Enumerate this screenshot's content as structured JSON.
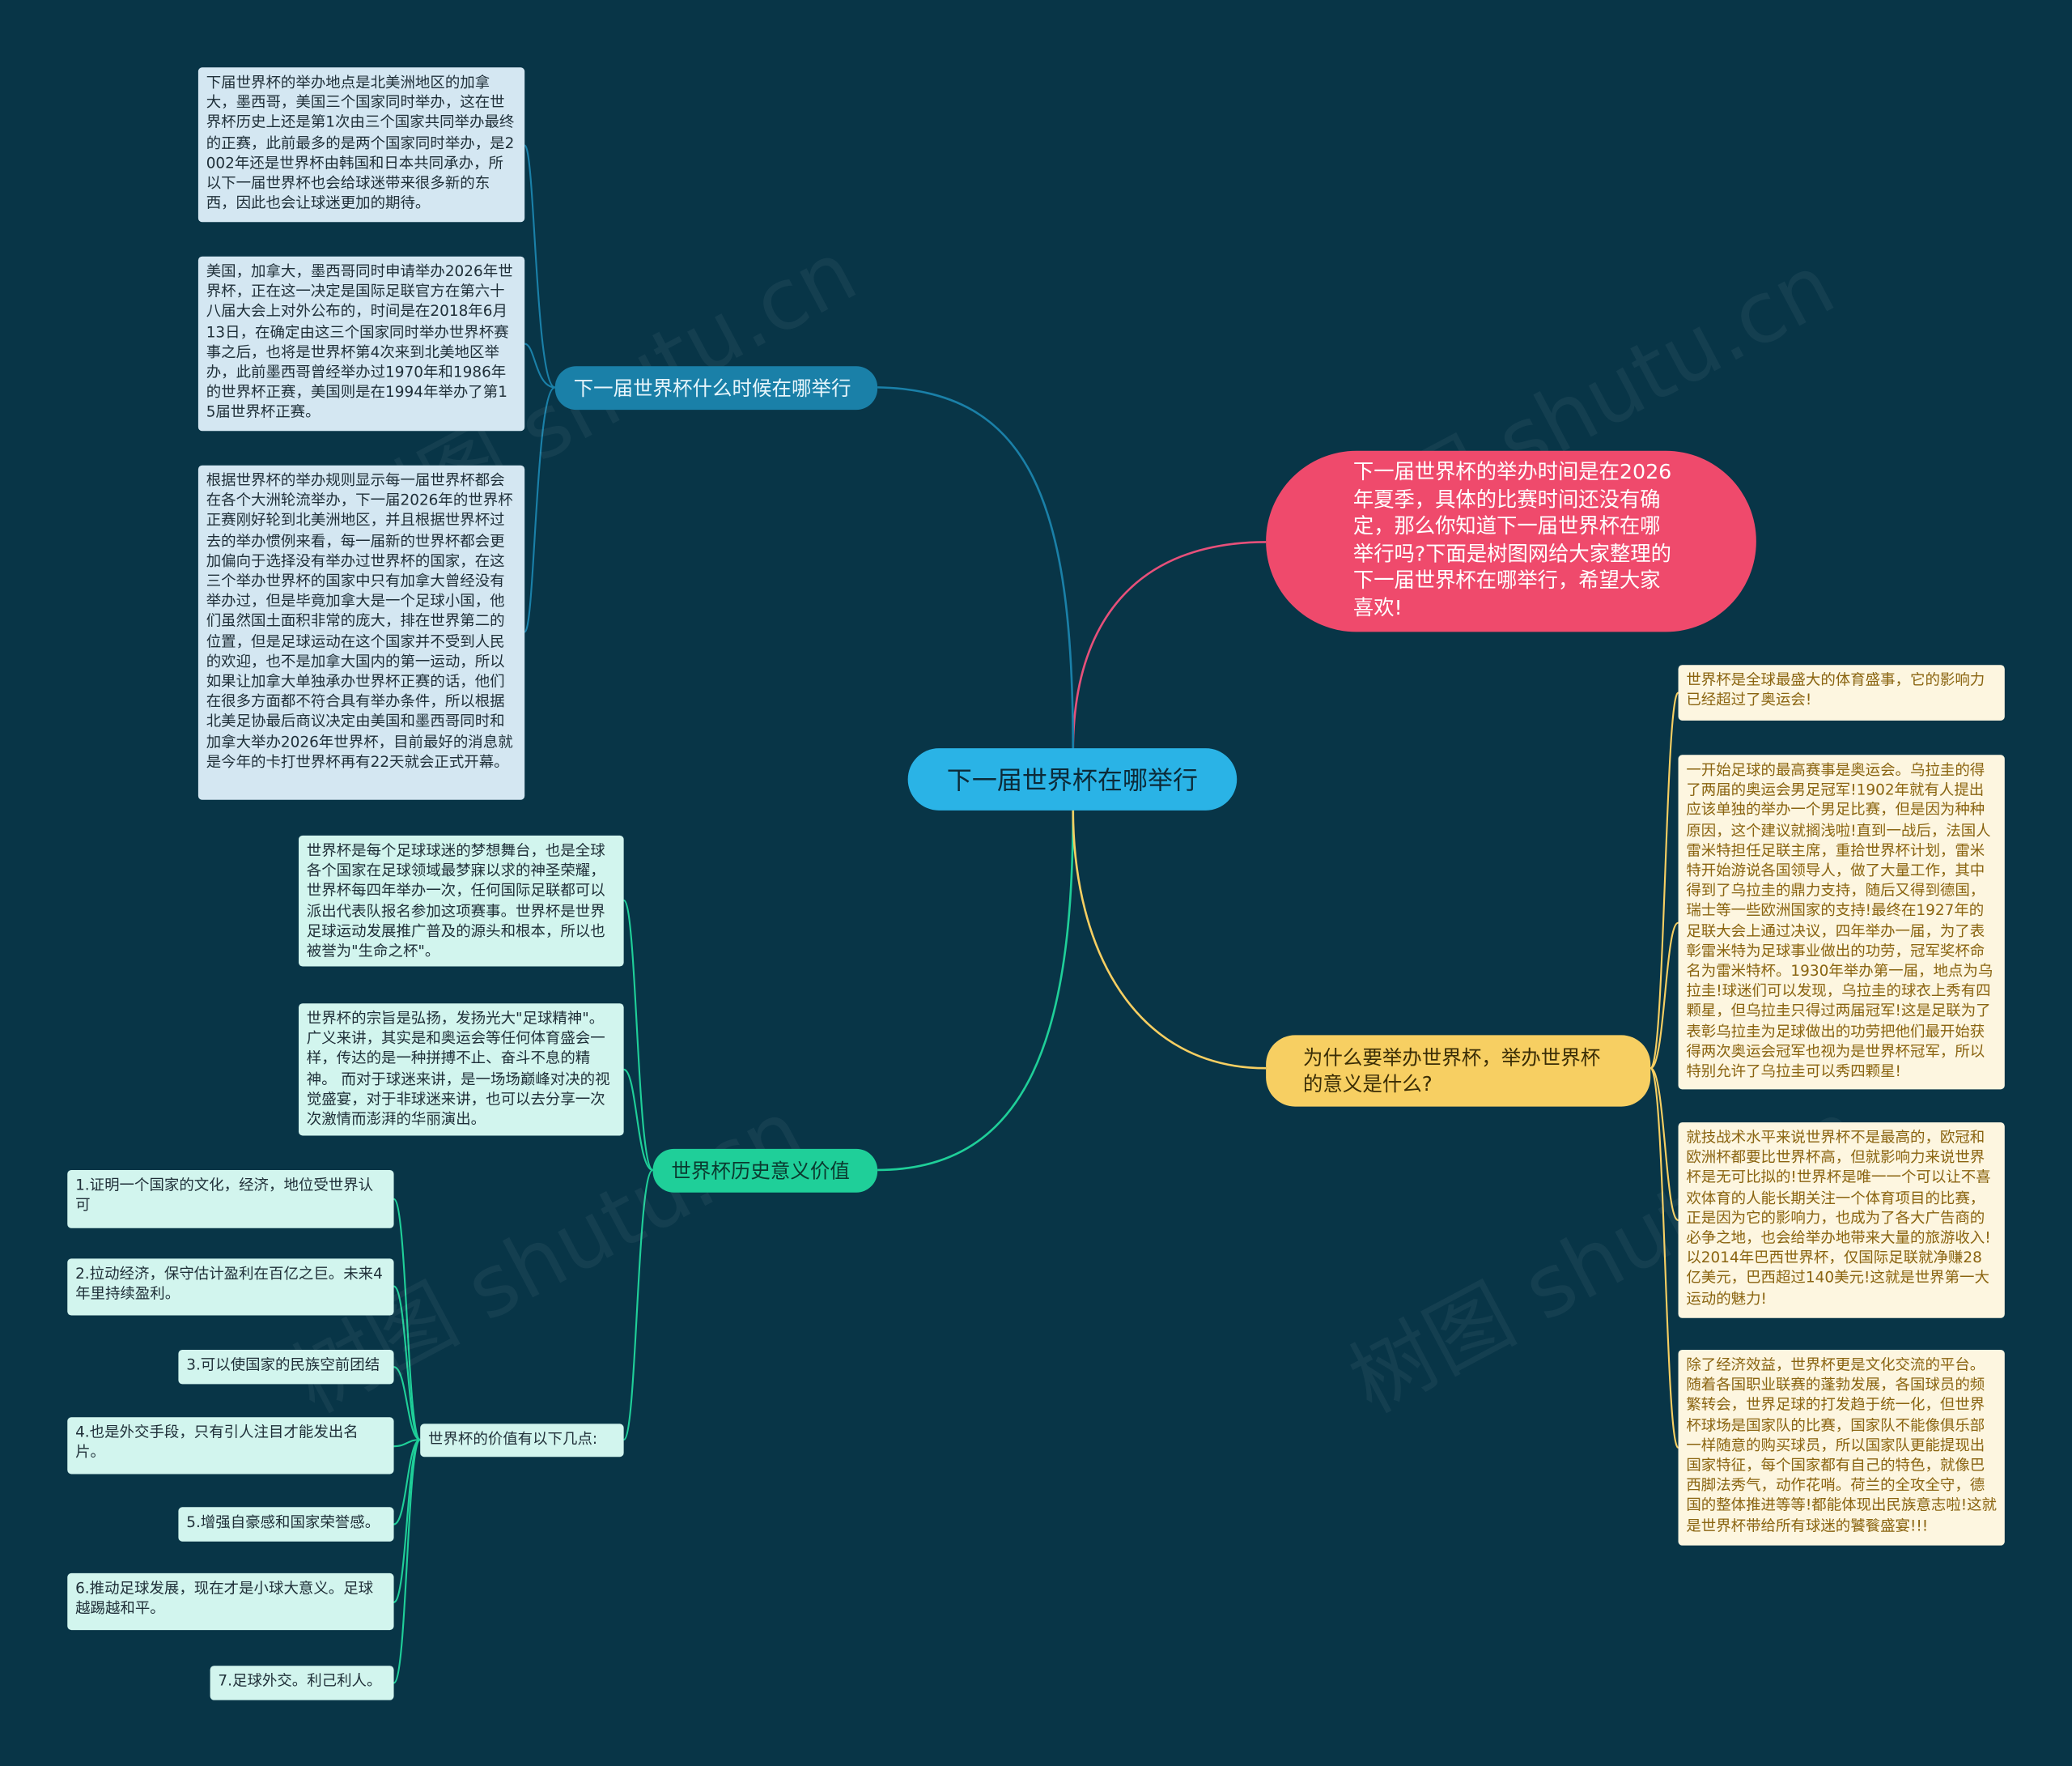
{
  "root": {
    "label": "下一届世界杯在哪举行"
  },
  "intro": {
    "text": "下一届世界杯的举办时间是在2026年夏季，具体的比赛时间还没有确定，那么你知道下一届世界杯在哪举行吗?下面是树图网给大家整理的下一届世界杯在哪举行，希望大家喜欢!"
  },
  "branch_when": {
    "label": "下一届世界杯什么时候在哪举行",
    "leaves": [
      "下届世界杯的举办地点是北美洲地区的加拿大，墨西哥，美国三个国家同时举办，这在世界杯历史上还是第1次由三个国家共同举办最终的正赛，此前最多的是两个国家同时举办，是2002年还是世界杯由韩国和日本共同承办，所以下一届世界杯也会给球迷带来很多新的东西，因此也会让球迷更加的期待。",
      "美国，加拿大，墨西哥同时申请举办2026年世界杯，正在这一决定是国际足联官方在第六十八届大会上对外公布的，时间是在2018年6月13日，在确定由这三个国家同时举办世界杯赛事之后，也将是世界杯第4次来到北美地区举办，此前墨西哥曾经举办过1970年和1986年的世界杯正赛，美国则是在1994年举办了第15届世界杯正赛。",
      "根据世界杯的举办规则显示每一届世界杯都会在各个大洲轮流举办，下一届2026年的世界杯正赛刚好轮到北美洲地区，并且根据世界杯过去的举办惯例来看，每一届新的世界杯都会更加偏向于选择没有举办过世界杯的国家，在这三个举办世界杯的国家中只有加拿大曾经没有举办过，但是毕竟加拿大是一个足球小国，他们虽然国土面积非常的庞大，排在世界第二的位置，但是足球运动在这个国家并不受到人民的欢迎，也不是加拿大国内的第一运动，所以如果让加拿大单独承办世界杯正赛的话，他们在很多方面都不符合具有举办条件，所以根据北美足协最后商议决定由美国和墨西哥同时和加拿大举办2026年世界杯，目前最好的消息就是今年的卡打世界杯再有22天就会正式开幕。"
    ]
  },
  "branch_value": {
    "label": "世界杯历史意义价值",
    "leaves": [
      "世界杯是每个足球球迷的梦想舞台，也是全球各个国家在足球领域最梦寐以求的神圣荣耀，世界杯每四年举办一次，任何国际足联都可以派出代表队报名参加这项赛事。世界杯是世界足球运动发展推广普及的源头和根本，所以也被誉为\"生命之杯\"。",
      "世界杯的宗旨是弘扬，发扬光大\"足球精神\"。广义来讲，其实是和奥运会等任何体育盛会一样，传达的是一种拼搏不止、奋斗不息的精神。 而对于球迷来讲，是一场场巅峰对决的视觉盛宴，对于非球迷来讲，也可以去分享一次次激情而澎湃的华丽演出。"
    ],
    "points_label": "世界杯的价值有以下几点:",
    "points": [
      "1.证明一个国家的文化，经济，地位受世界认可",
      "2.拉动经济，保守估计盈利在百亿之巨。未来4年里持续盈利。",
      "3.可以使国家的民族空前团结",
      "4.也是外交手段，只有引人注目才能发出名片。",
      "5.增强自豪感和国家荣誉感。",
      "6.推动足球发展，现在才是小球大意义。足球越踢越和平。",
      "7.足球外交。利己利人。"
    ]
  },
  "branch_why": {
    "label": "为什么要举办世界杯，举办世界杯的意义是什么?",
    "leaves": [
      "世界杯是全球最盛大的体育盛事，它的影响力已经超过了奥运会!",
      "一开始足球的最高赛事是奥运会。乌拉圭的得了两届的奥运会男足冠军!1902年就有人提出应该单独的举办一个男足比赛，但是因为种种原因，这个建议就搁浅啦!直到一战后，法国人雷米特担任足联主席，重拾世界杯计划，雷米特开始游说各国领导人，做了大量工作，其中得到了乌拉圭的鼎力支持，随后又得到德国，瑞士等一些欧洲国家的支持!最终在1927年的足联大会上通过决议，四年举办一届，为了表彰雷米特为足球事业做出的功劳，冠军奖杯命名为雷米特杯。1930年举办第一届，地点为乌拉圭!球迷们可以发现，乌拉圭的球衣上秀有四颗星，但乌拉圭只得过两届冠军!这是足联为了表彰乌拉圭为足球做出的功劳把他们最开始获得两次奥运会冠军也视为是世界杯冠军，所以特别允许了乌拉圭可以秀四颗星!",
      "就技战术水平来说世界杯不是最高的，欧冠和欧洲杯都要比世界杯高，但就影响力来说世界杯是无可比拟的!世界杯是唯一一个可以让不喜欢体育的人能长期关注一个体育项目的比赛，正是因为它的影响力，也成为了各大广告商的必争之地，也会给举办地带来大量的旅游收入!以2014年巴西世界杯，仅国际足联就净赚28亿美元，巴西超过140美元!这就是世界第一大运动的魅力!",
      "除了经济效益，世界杯更是文化交流的平台。随着各国职业联赛的蓬勃发展，各国球员的频繁转会，世界足球的打发趋于统一化，但世界杯球场是国家队的比赛，国家队不能像俱乐部一样随意的购买球员，所以国家队更能提现出国家特征，每个国家都有自己的特色，就像巴西脚法秀气，动作花哨。荷兰的全攻全守，德国的整体推进等等!都能体现出民族意志啦!这就是世界杯带给所有球迷的饕餮盛宴!!!"
    ]
  },
  "colors": {
    "background": "#083547",
    "root": "#2ab3e6",
    "intro": "#ef4a6c",
    "branch_when": "#1a80a8",
    "branch_value": "#1fcf99",
    "branch_why": "#f7cf62"
  },
  "watermark": "树图 shutu.cn"
}
